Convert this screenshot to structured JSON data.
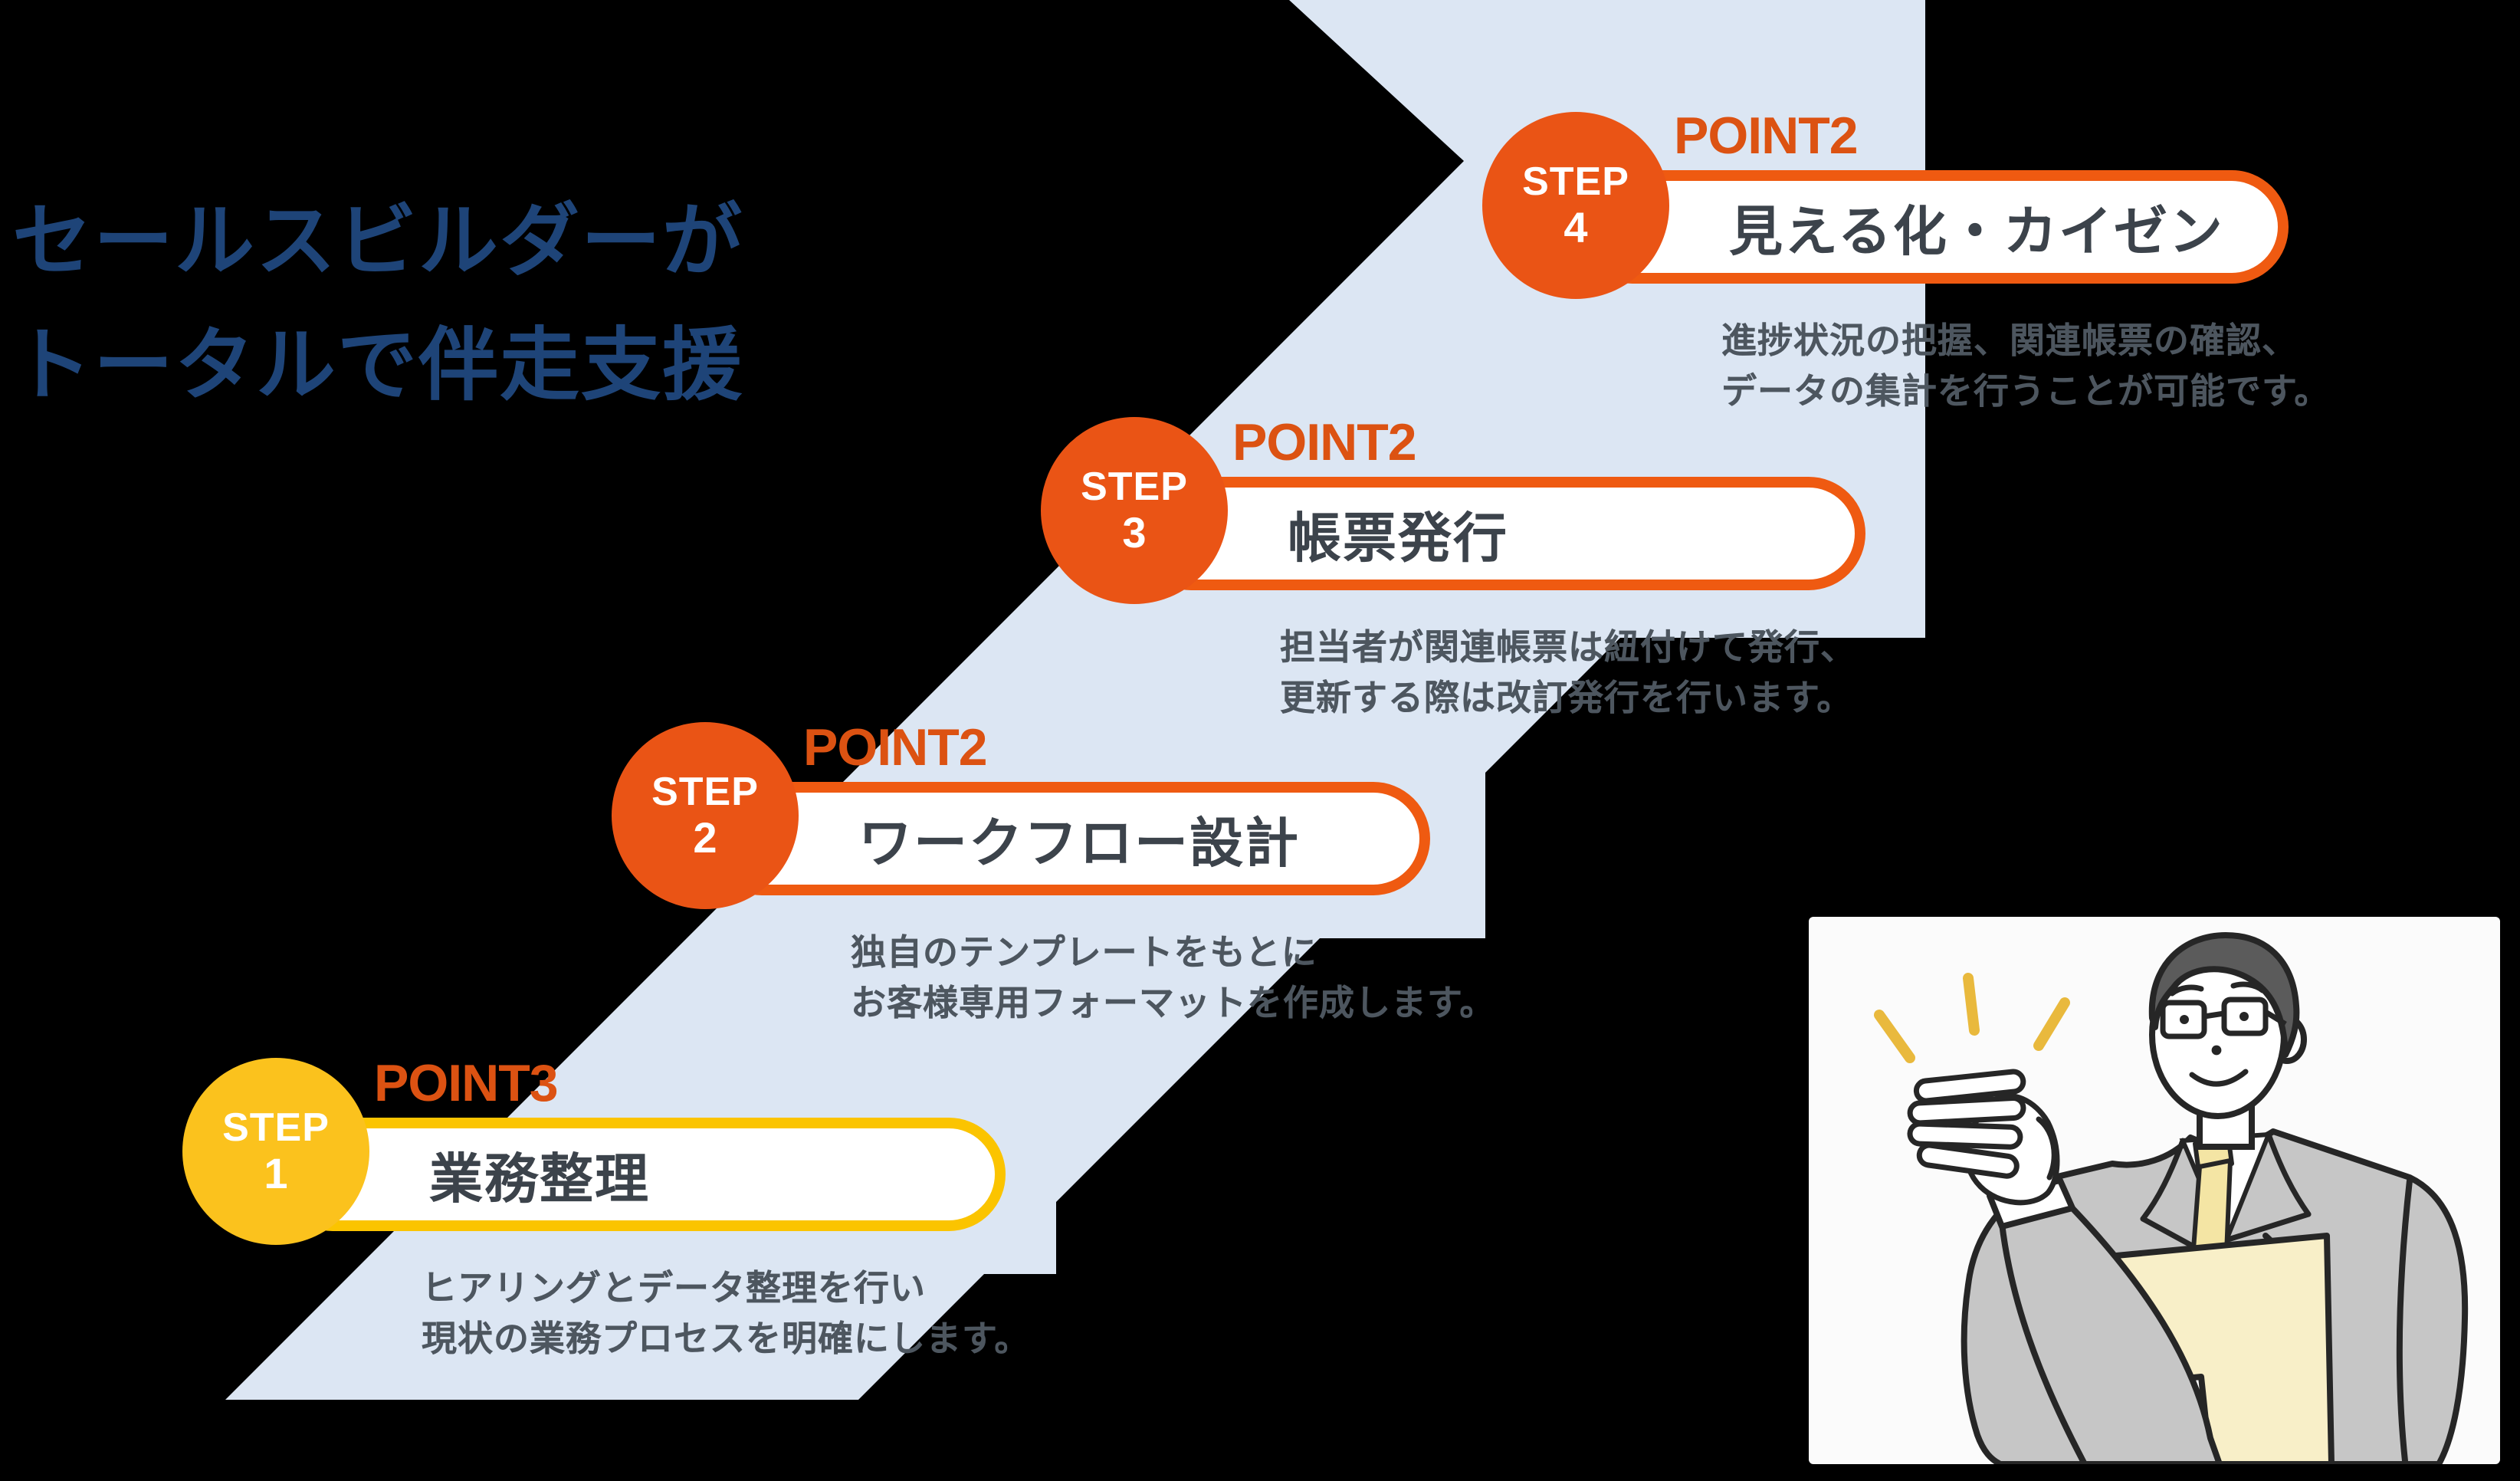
{
  "title": {
    "line1": "セールスビルダーが",
    "line2": "トータルで伴走支援"
  },
  "steps": [
    {
      "step_label": "STEP",
      "step_number": "1",
      "point": "POINT3",
      "pill": "業務整理",
      "desc1": "ヒアリングとデータ整理を行い",
      "desc2": "現状の業務プロセスを明確にします。",
      "theme": "yellow"
    },
    {
      "step_label": "STEP",
      "step_number": "2",
      "point": "POINT2",
      "pill": "ワークフロー設計",
      "desc1": "独自のテンプレートをもとに",
      "desc2": "お客様専用フォーマットを作成します。",
      "theme": "orange"
    },
    {
      "step_label": "STEP",
      "step_number": "3",
      "point": "POINT2",
      "pill": "帳票発行",
      "desc1": "担当者が関連帳票は紐付けて発行、",
      "desc2": "更新する際は改訂発行を行います。",
      "theme": "orange"
    },
    {
      "step_label": "STEP",
      "step_number": "4",
      "point": "POINT2",
      "pill": "見える化・カイゼン",
      "desc1": "進捗状況の把握、関連帳票の確認、",
      "desc2": "データの集計を行うことが可能です。",
      "theme": "orange"
    }
  ],
  "illustration": {
    "name": "businessman-presenting",
    "description": "glasses, gray suit, yellow tie, holding cream folder, open raised hand with yellow sparkles"
  },
  "colors": {
    "bg": "#000000",
    "band": "#DCE6F3",
    "title_blue": "#1E4478",
    "orange": "#EA5415",
    "orange_border": "#EF5A11",
    "point_orange": "#DC5212",
    "yellow": "#FBC21D",
    "yellow_border": "#FBC400",
    "pill_text": "#3C434B",
    "desc_text": "#4D565F",
    "card": "#FBFBFB",
    "suit_gray": "#C6C6C6",
    "hair_gray": "#5B5B5B",
    "tie_yellow": "#F4E5A4",
    "folder_cream": "#F8EFC8",
    "sparkle_yellow": "#E9B93D"
  }
}
